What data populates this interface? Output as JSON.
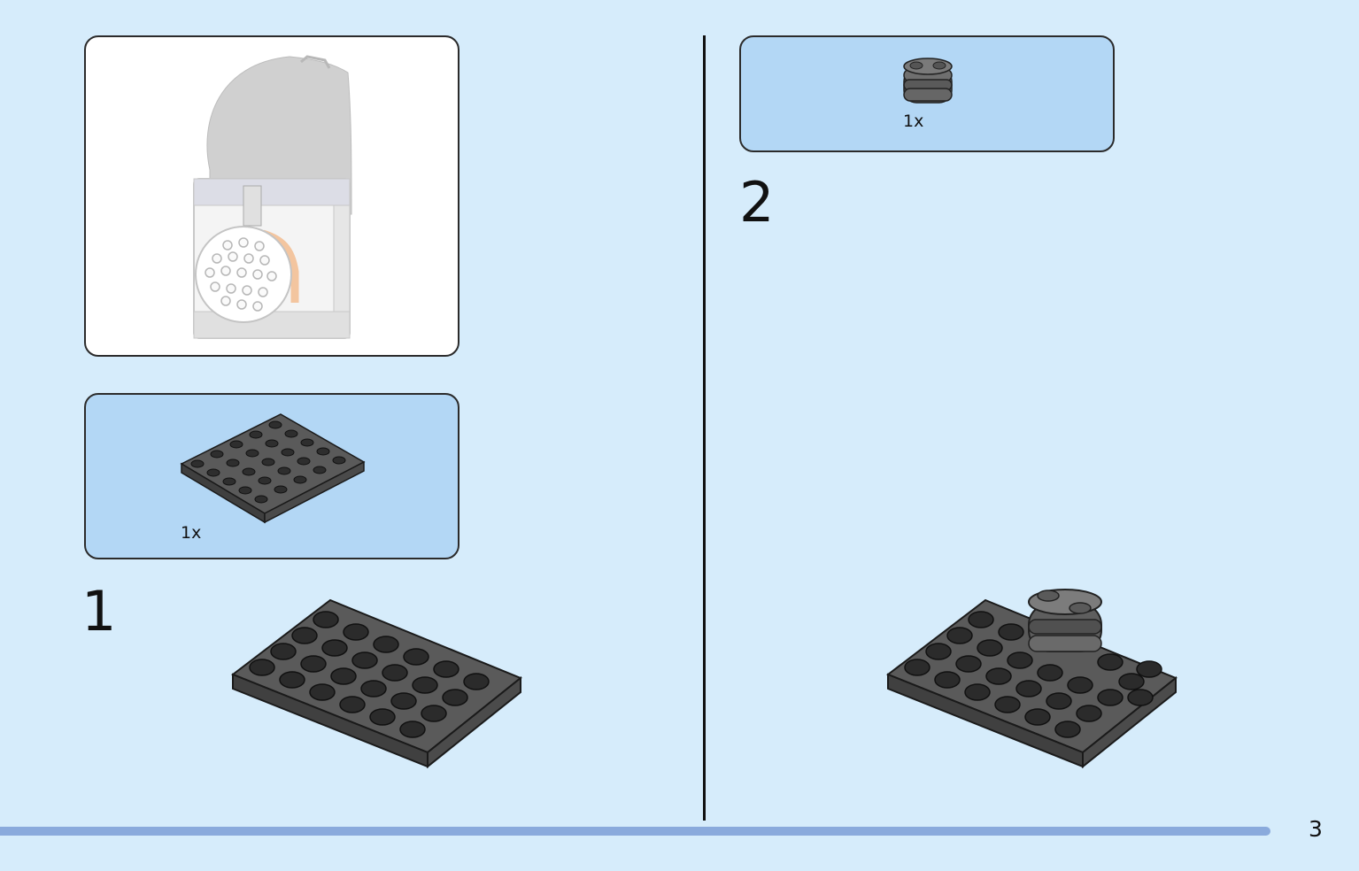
{
  "steps": [
    {
      "number": "1",
      "part_quantity": "1x"
    },
    {
      "number": "2",
      "part_quantity": "1x"
    }
  ],
  "page": {
    "number": "3"
  },
  "colors": {
    "background": "#d6ecfb",
    "parts_panel": "#b3d7f5",
    "brick_dark": "#505050",
    "progress": "#8aaadc"
  },
  "icons": {
    "preview": "finished-model-preview-icon",
    "plate": "plate-4x6-brick-icon",
    "connector": "round-connector-brick-icon"
  }
}
